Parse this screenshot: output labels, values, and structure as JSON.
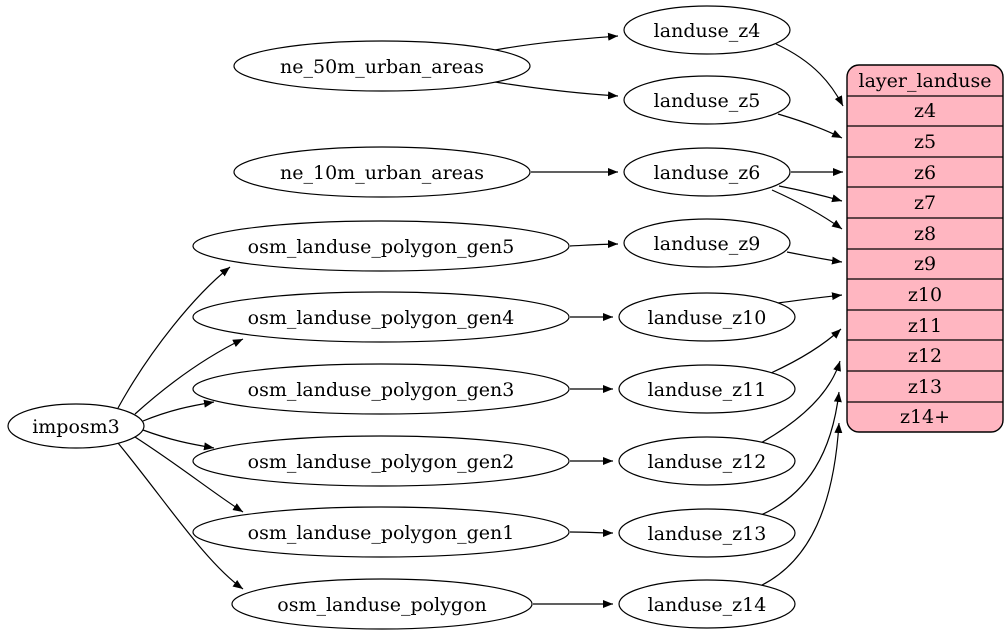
{
  "colors": {
    "background": "#ffffff",
    "node_fill": "#ffffff",
    "stroke": "#000000",
    "table_fill": "#ffb6c1",
    "text": "#000000"
  },
  "nodes": [
    {
      "id": "imposm3",
      "label": "imposm3"
    },
    {
      "id": "ne_50m_urban_areas",
      "label": "ne_50m_urban_areas"
    },
    {
      "id": "ne_10m_urban_areas",
      "label": "ne_10m_urban_areas"
    },
    {
      "id": "osm_landuse_polygon_gen5",
      "label": "osm_landuse_polygon_gen5"
    },
    {
      "id": "osm_landuse_polygon_gen4",
      "label": "osm_landuse_polygon_gen4"
    },
    {
      "id": "osm_landuse_polygon_gen3",
      "label": "osm_landuse_polygon_gen3"
    },
    {
      "id": "osm_landuse_polygon_gen2",
      "label": "osm_landuse_polygon_gen2"
    },
    {
      "id": "osm_landuse_polygon_gen1",
      "label": "osm_landuse_polygon_gen1"
    },
    {
      "id": "osm_landuse_polygon",
      "label": "osm_landuse_polygon"
    },
    {
      "id": "landuse_z4",
      "label": "landuse_z4"
    },
    {
      "id": "landuse_z5",
      "label": "landuse_z5"
    },
    {
      "id": "landuse_z6",
      "label": "landuse_z6"
    },
    {
      "id": "landuse_z9",
      "label": "landuse_z9"
    },
    {
      "id": "landuse_z10",
      "label": "landuse_z10"
    },
    {
      "id": "landuse_z11",
      "label": "landuse_z11"
    },
    {
      "id": "landuse_z12",
      "label": "landuse_z12"
    },
    {
      "id": "landuse_z13",
      "label": "landuse_z13"
    },
    {
      "id": "landuse_z14",
      "label": "landuse_z14"
    }
  ],
  "table": {
    "header": "layer_landuse",
    "rows": [
      "z4",
      "z5",
      "z6",
      "z7",
      "z8",
      "z9",
      "z10",
      "z11",
      "z12",
      "z13",
      "z14+"
    ]
  },
  "edges": [
    [
      "imposm3",
      "osm_landuse_polygon_gen5"
    ],
    [
      "imposm3",
      "osm_landuse_polygon_gen4"
    ],
    [
      "imposm3",
      "osm_landuse_polygon_gen3"
    ],
    [
      "imposm3",
      "osm_landuse_polygon_gen2"
    ],
    [
      "imposm3",
      "osm_landuse_polygon_gen1"
    ],
    [
      "imposm3",
      "osm_landuse_polygon"
    ],
    [
      "ne_50m_urban_areas",
      "landuse_z4"
    ],
    [
      "ne_50m_urban_areas",
      "landuse_z5"
    ],
    [
      "ne_10m_urban_areas",
      "landuse_z6"
    ],
    [
      "osm_landuse_polygon_gen5",
      "landuse_z9"
    ],
    [
      "osm_landuse_polygon_gen4",
      "landuse_z10"
    ],
    [
      "osm_landuse_polygon_gen3",
      "landuse_z11"
    ],
    [
      "osm_landuse_polygon_gen2",
      "landuse_z12"
    ],
    [
      "osm_landuse_polygon_gen1",
      "landuse_z13"
    ],
    [
      "osm_landuse_polygon",
      "landuse_z14"
    ],
    [
      "landuse_z4",
      "layer_landuse:z4"
    ],
    [
      "landuse_z5",
      "layer_landuse:z5"
    ],
    [
      "landuse_z6",
      "layer_landuse:z6"
    ],
    [
      "landuse_z6",
      "layer_landuse:z7"
    ],
    [
      "landuse_z6",
      "layer_landuse:z8"
    ],
    [
      "landuse_z9",
      "layer_landuse:z9"
    ],
    [
      "landuse_z10",
      "layer_landuse:z10"
    ],
    [
      "landuse_z11",
      "layer_landuse:z11"
    ],
    [
      "landuse_z12",
      "layer_landuse:z12"
    ],
    [
      "landuse_z13",
      "layer_landuse:z13"
    ],
    [
      "landuse_z14",
      "layer_landuse:z14+"
    ]
  ]
}
